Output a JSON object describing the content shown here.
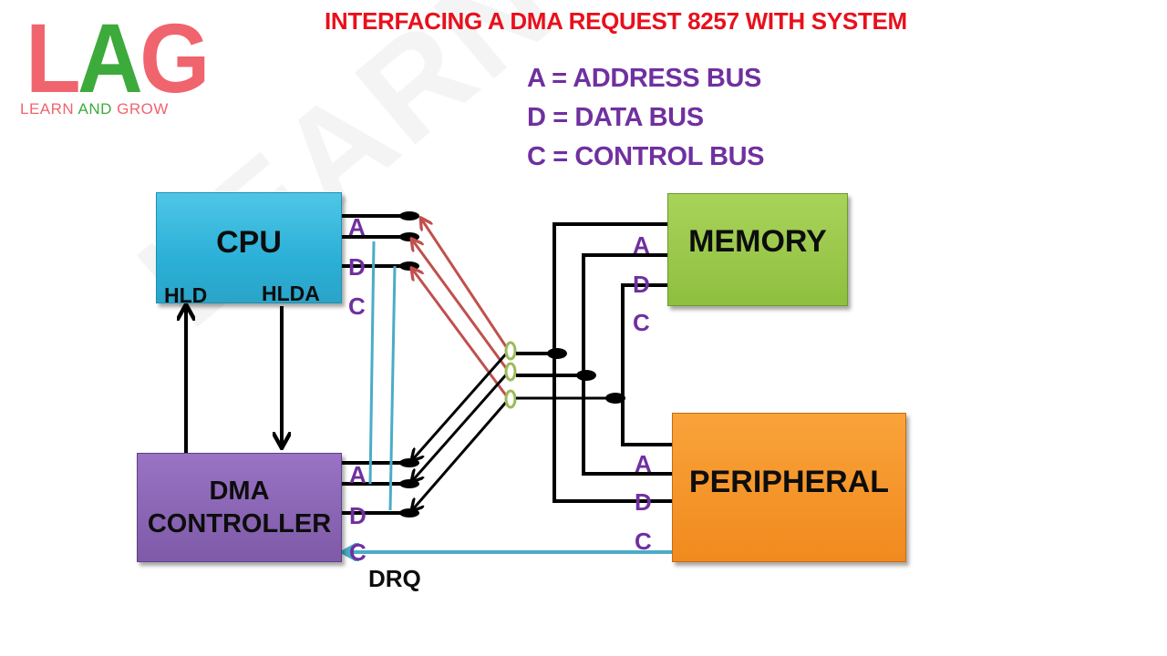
{
  "logo": {
    "letters": [
      {
        "char": "L",
        "color": "#f0646e"
      },
      {
        "char": "A",
        "color": "#3daa3c"
      },
      {
        "char": "G",
        "color": "#f0646e"
      }
    ],
    "subtitle_parts": [
      {
        "text": "LEARN ",
        "color": "#f0646e"
      },
      {
        "text": "AND",
        "color": "#3daa3c"
      },
      {
        "text": " GROW",
        "color": "#f0646e"
      }
    ]
  },
  "title": "INTERFACING A DMA REQUEST 8257 WITH SYSTEM",
  "legend": [
    "A = ADDRESS BUS",
    "D = DATA BUS",
    "C = CONTROL BUS"
  ],
  "watermark": "LEARN AND GROW",
  "blocks": {
    "cpu": "CPU",
    "dma": [
      "DMA",
      "CONTROLLER"
    ],
    "memory": "MEMORY",
    "peripheral": "PERIPHERAL"
  },
  "signals": {
    "hld": "HLD",
    "hlda": "HLDA",
    "drq": "DRQ"
  },
  "bus_letters": {
    "cpu": [
      "A",
      "D",
      "C"
    ],
    "dma": [
      "A",
      "D",
      "C"
    ],
    "memory": [
      "A",
      "D",
      "C"
    ],
    "peripheral": [
      "A",
      "D",
      "C"
    ]
  },
  "colors": {
    "title": "#e8101c",
    "legend": "#7030a0",
    "cpu": "#2bb0d8",
    "dma": "#8060aa",
    "memory": "#9bc84a",
    "peripheral": "#f39226",
    "red_arrows": "#c0504d",
    "control_lines": "#4bacc6",
    "switch_rings": "#9bbb59"
  }
}
